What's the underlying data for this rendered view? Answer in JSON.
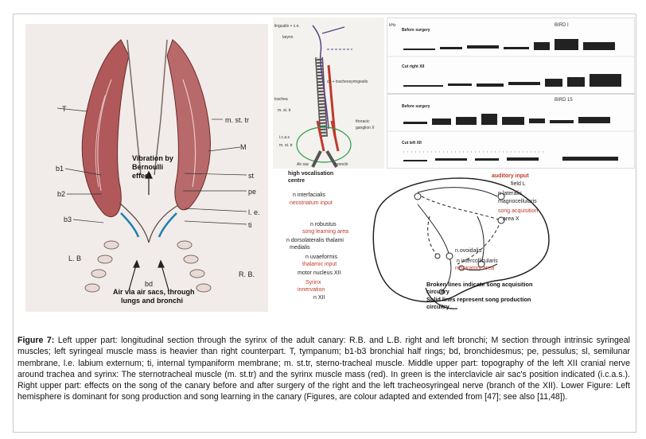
{
  "syrinx_labels": {
    "T": "T",
    "m_st_tr": "m. st. tr",
    "M": "M",
    "st": "st",
    "pe": "pe",
    "le": "l. e.",
    "ti": "ti",
    "b1": "b1",
    "b2": "b2",
    "b3": "b3",
    "LB": "L. B",
    "RB": "R. B.",
    "bd": "bd",
    "vibration": [
      "Vibration by",
      "Bernoulli",
      "effect"
    ],
    "air": [
      "Air via air sacs, through",
      "lungs and bronchi"
    ]
  },
  "nerve_labels": {
    "lingualis": "lingualis + c.e.",
    "larynx": "larynx",
    "cd_tracheosyringealis": "cd + tracheosyringealis",
    "trachea": "trachea",
    "m_st_tr": "m. st. tr",
    "thoracic": "thoracic",
    "ganglion": "ganglion X",
    "air_sac": "Air sac",
    "bronchi": "bronchi",
    "m_st_tr2": "m. st. tr",
    "icas": "i.c.a.s"
  },
  "sono_labels": {
    "bird1": "BIRD I",
    "bird15": "BIRD 15",
    "before1": "Before surgery",
    "cut_right": "Cut right XII",
    "before2": "Before surgery",
    "cut_left": "Cut left XII",
    "khz": "kHz"
  },
  "brain_labels": {
    "hvc": [
      "high vocalisation",
      "centre"
    ],
    "auditory": "auditory input",
    "field_l": "field L",
    "n_interfacialis": "n interfacialis",
    "neostriatum": "neostriatum input",
    "n_lateralis": [
      "n lateralis",
      "magnocellularis"
    ],
    "song_acq": "song acquisition",
    "area_x": "area X",
    "n_robustus": "n robustus",
    "song_learning": "song learning area",
    "n_dorsolateralis": [
      "n dorsolateralis thalami",
      "medialis"
    ],
    "n_uvaeformis": "n uvaeformis",
    "thalamic": "thalamic input",
    "motor_xii": "motor nucleus XII",
    "syrinx": [
      "Syrinx",
      "innervation"
    ],
    "n_xii": "n XII",
    "n_ovoidalis": "n.ovoidalis",
    "n_intercollicularis": "n intercollicularis",
    "respiratory": "respiratory area",
    "broken_lines": [
      "Broken lines indicate song acquisition",
      "circuitry"
    ],
    "solid_lines": [
      "Solid lines represent song production",
      "circuitry"
    ]
  },
  "caption": {
    "label": "Figure 7:",
    "text": " Left upper part: longitudinal section through the syrinx of the adult canary: R.B. and L.B. right and left bronchi; M section through intrinsic syringeal muscles; left syringeal muscle mass is heavier than right counterpart. T, tympanum; b1-b3 bronchial half rings; bd, bronchidesmus; pe, pessulus; sl, semilunar membrane, l.e. labium externum; ti, internal tympaniform membrane; m. st.tr, sterno-tracheal muscle. Middle upper part: topography of the left XII cranial nerve around trachea and syrinx: The sternotracheal muscle (m. st.tr) and the syrinx muscle mass (red). In green is the interclavicle air sac's position indicated (i.c.a.s.). Right upper part: effects on the song of the canary before and after surgery of the right and the left tracheosyringeal nerve (branch of the XII). Lower Figure: Left hemisphere is dominant for song production and song learning in the canary (Figures, are colour adapted and extended from [47]; see also [11,48])."
  }
}
